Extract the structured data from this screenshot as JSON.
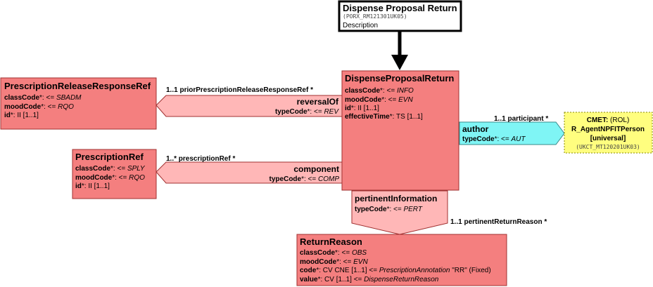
{
  "colors": {
    "act": "#f47f7f",
    "act_border": "#a03030",
    "rel": "#ffb7b7",
    "rel_border": "#a03030",
    "participation": "#7ff5f5",
    "cmet": "#fffe7f",
    "entry_border": "#000000"
  },
  "entry": {
    "title": "Dispense Proposal Return",
    "code": "(PORX_RM121301UK05)",
    "desc": "Description"
  },
  "main": {
    "title": "DispenseProposalReturn",
    "l1a": "classCode",
    "l1b": "*: <= ",
    "l1c": "INFO",
    "l2a": "moodCode",
    "l2b": "*: <= ",
    "l2c": "EVN",
    "l3a": "id",
    "l3b": "*: II [1..1]",
    "l4a": "effectiveTime",
    "l4b": "*: TS [1..1]"
  },
  "rrr": {
    "title": "PrescriptionReleaseResponseRef",
    "l1a": "classCode",
    "l1b": "*: <= ",
    "l1c": "SBADM",
    "l2a": "moodCode",
    "l2b": "*: <= ",
    "l2c": "RQO",
    "l3a": "id",
    "l3b": "*: II [1..1]"
  },
  "reversal": {
    "name": "reversalOf",
    "tc_a": "typeCode",
    "tc_b": "*: <= ",
    "tc_c": "REV",
    "label": "1..1 priorPrescriptionReleaseResponseRef  *"
  },
  "pref": {
    "title": "PrescriptionRef",
    "l1a": "classCode",
    "l1b": "*: <= ",
    "l1c": "SPLY",
    "l2a": "moodCode",
    "l2b": "*: <= ",
    "l2c": "RQO",
    "l3a": "id",
    "l3b": "*: II [1..1]"
  },
  "component": {
    "name": "component",
    "tc_a": "typeCode",
    "tc_b": "*: <= ",
    "tc_c": "COMP",
    "label": "1..* prescriptionRef  *"
  },
  "author": {
    "name": "author",
    "tc_a": "typeCode",
    "tc_b": "*: <= ",
    "tc_c": "AUT",
    "label": "1..1 participant  *"
  },
  "cmet": {
    "l1a": "CMET:",
    "l1b": " (ROL)",
    "l2": "R_AgentNPFITPerson",
    "l3": "[universal]",
    "code": "(UKCT_MT120201UK03)"
  },
  "pertinent": {
    "name": "pertinentInformation",
    "tc_a": "typeCode",
    "tc_b": "*: <= ",
    "tc_c": "PERT",
    "label": "1..1 pertinentReturnReason  *"
  },
  "rr": {
    "title": "ReturnReason",
    "l1a": "classCode",
    "l1b": "*: <= ",
    "l1c": "OBS",
    "l2a": "moodCode",
    "l2b": "*: <= ",
    "l2c": "EVN",
    "l3a": "code",
    "l3b": "*: CV CNE [1..1] <= ",
    "l3c": "PrescriptionAnnotation",
    "l3d": " \"RR\" (Fixed)",
    "l4a": "value",
    "l4b": "*: CV [1..1] <= ",
    "l4c": "DispenseReturnReason"
  }
}
